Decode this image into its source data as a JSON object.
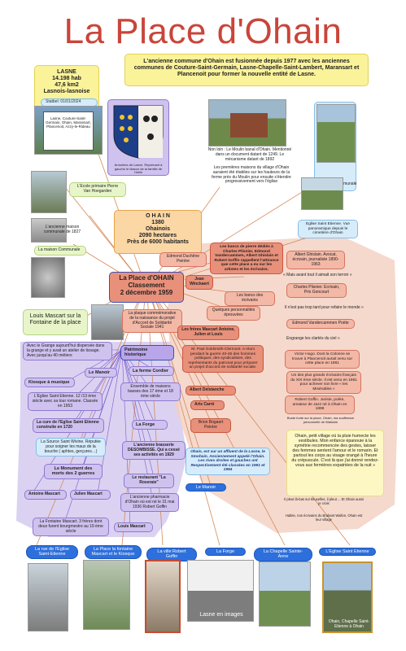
{
  "title": "La Place d'Ohain",
  "lasne": {
    "line1": "LASNE",
    "line2": "14.198 hab",
    "line3": "47,6 km2",
    "line4": "Lasnois-lasnoise",
    "stat": "Statbel: 01/01/2024"
  },
  "intro": "L'ancienne commune d'Ohain est fusionnée depuis 1977 avec les anciennes communes de Couture-Saint-Germain, Lasne-Chapelle-Saint-Lambert, Maransart et Plancenoit pour former la nouvelle entité de Lasne.",
  "sign_label": "Lasne, Couture-Saint-Germain, Ohain, Maransart, Plancenoit, Azzy-le-Rideau",
  "armoiries": "Armoiries de Lasne. Reprenant à gauche le blason de la famille de Hollin",
  "moulin": "Non loin : Le Moulin banal d'Ohain. Mentionné dans un document datant de 1249. Le mécanisme datant de 1892",
  "premieres": "Les premières maisons du village d'Ohain auraient été établies sur les hauteurs de la ferme près du Moulin pour ensuite s'étendre progressivement vers l'église",
  "maison_communale": "Maison Communale",
  "ecole": "L'Ecole primaire Pierre Van Hoegarden",
  "ancienne_maison": "L'ancienne maison communale de 1827",
  "maison_communale2": "La maison Communale",
  "ohain": {
    "l1": "O H A I N",
    "l2": "1380",
    "l3": "Ohainois",
    "l4": "2090 hectares",
    "l5": "Près de 6000 habitants"
  },
  "eglise_vue": "Eglise Saint Etienne. Vue panoramique depuis le cimetière d'Ohain",
  "place_center": {
    "l1": "La Place d'OHAIN",
    "l2": "Classement",
    "l3": "2 décembre 1959"
  },
  "louis": "Louis Mascart sur la Fontaine de la place",
  "plaque": "La plaque commémorative de la naissance du projet d'Accord de Solidarité Sociale 1941",
  "patrimoine": "Patrimoine historique",
  "left_items": [
    "Avec le Grange aujourd'hui dispersée dans la grange et y avait un atelier de tissage. Avec jusqu'au 40 métiers",
    "Le Manoir",
    "Kiosque à musique",
    "L'Eglise Saint Etienne. 12 /13 ème siècle avec sa tour romane. Classée en 1953",
    "La cure de l'Eglise Saint Etienne construite en 1720",
    "La Source Saint Wivine. Réputée pour soigner les maux de la bouche ( aphtes, gerçures…)",
    "Le Monument des morts des 2 guerres",
    "Antoine Mascart",
    "Julien Mascart",
    "La Fontaine Mascart. 3 frères dont deux furent bourgmestre au 19 ème siècle",
    "Louis Mascart"
  ],
  "mid_items": [
    "La ferme Cordier",
    "Ensemble de maisons basses des 17 ème et 18 ème siècle",
    "La Forge",
    "L'ancienne brasserie DESOMBISSE. Qui a cessé ses activités en 1929",
    "Le restaurant \"La Roseraie\"",
    "L'ancienne pharmacie d'Ohain où est né le 31 mai 1936 Robert Goffin"
  ],
  "right_top": [
    "Edmond Duchêne Peintre",
    "Les bancs de pierre dédiés à Charles Plisnier, Edmond Vandercammen, Albert Ghislain et Robert Goffin rappellent l'attirance que cette place a eu sur les artistes et les écrivains.",
    "Albert Ghislain. Avocat, écrivain, journaliste 1890-1963",
    "Jean Winckaert",
    "Les bancs des écrivains",
    "« Mais avant tout il aimait son terroir »",
    "Charles Plisnier. Ecrivain, Prix Goncourt",
    "Quelques personnalités éprouvées",
    "Il n'est pas trop tard pour refaire le monde »",
    "Les frères Mascart Antoine, Julien et Louis",
    "Edmond Vandercammen Poète",
    "M. Paul Goldsmith-Clermont. A réuni pendant la guerre 40-45 des hommes politiques, des syndicalistes, des représentants du patronat pour préparer un projet d'accord de solidarité sociale.",
    "Engrange les clartés du ciel »",
    "Victor Hugo. Dont la Colonne se trouve à Plancenoit aurait venu sur cette place en 1861",
    "Un des plus grands écrivains français du XIX ème siècle. Il est venu en 1861 pour achever son livre « les Misérables »",
    "Albert Delstanche",
    "Robert Goffin. Juriste, poète, amateur de Jazz né à Ohain en 1898",
    "Arts Carré",
    "Buste fonte sur la place, Ohain, ma souffrance personnelle de Wallonie",
    "Ohain, petit village où la pluie humecte les vestibules. Mon enfance épanouie à la symétrie recommencée des gestes, laisser des femmes sentent l'amour et le romarin. Et partout les corps au visage orangé à l'heure du crépuscule. C'est là que j'ai donné rendez-vous aux fermières expatriées de la nuit »",
    "Brion Bogaert Peintre",
    "Ohain, est sur un affluent de la Lasne, le Smohain. Anciennement appelé l'Ohain. Les rives droites et gauches ont Respectivement été classées en 1991 et 1994",
    "Le Manoir",
    "Il pleut là-bas sur Bruxelles, il pleut ... Et Ohain aussi je crois",
    "Habite, nos écrivains du Brabant Wallon, Ohain est leur village"
  ],
  "bottom_pills": [
    "La rue de l'Eglise Saint-Etienne",
    "La Place la fontaine Mascart et le Kiosque",
    "La ville Robert Goffin",
    "La Forge",
    "La Chapelle Sainte-Anne",
    "L'Eglise Saint Etienne"
  ],
  "photo_captions": [
    "Lasne en images",
    "Ohain, Chapelle Saint-Etienne à Ohain"
  ],
  "colors": {
    "title": "#c9453a",
    "purple_region": "#c9bce9",
    "red_region": "#f1c9bb",
    "link_pill": "#2d6fdc"
  }
}
